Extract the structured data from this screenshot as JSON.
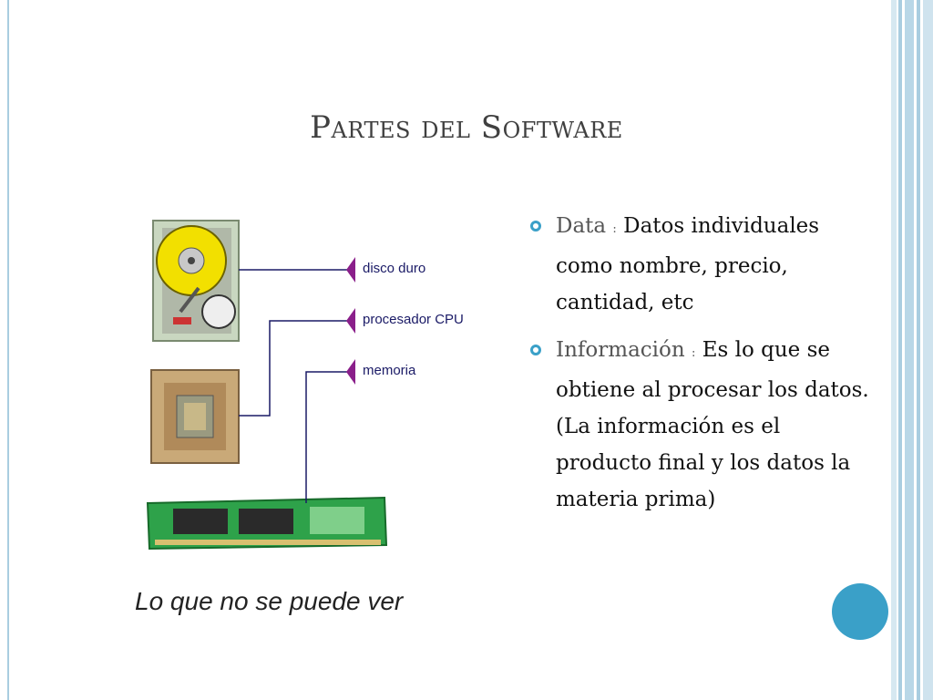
{
  "slide": {
    "title": "Partes del Software",
    "caption": "Lo que no se puede ver"
  },
  "diagram": {
    "labels": {
      "disk": "disco duro",
      "cpu": "procesador CPU",
      "memory": "memoria"
    }
  },
  "bullets": [
    {
      "term": "Data",
      "separator": ":",
      "text": "Datos individuales como nombre, precio, cantidad, etc"
    },
    {
      "term": "Información",
      "separator": ":",
      "text": "Es lo que se obtiene al procesar los datos. (La información es el producto final y los datos la materia prima)"
    }
  ],
  "colors": {
    "accent": "#3aa0c8",
    "line": "#1a1a66",
    "arrow": "#8a1f8a"
  }
}
